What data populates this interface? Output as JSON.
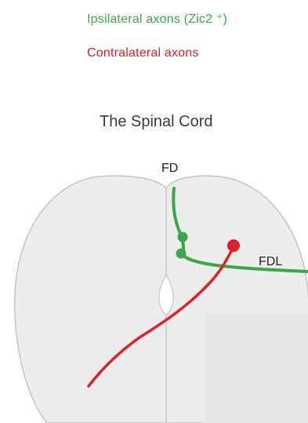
{
  "legend": {
    "ipsilateral": "Ipsilateral axons (Zic2 ⁺)",
    "contralateral": "Contralateral axons"
  },
  "title": "The Spinal Cord",
  "labels": {
    "fd": "FD",
    "fdl": "FDL"
  },
  "colors": {
    "ipsilateral": "#3aa84a",
    "contralateral": "#e21f26",
    "cord_fill": "#ededed",
    "cord_outline": "#c4c4c4"
  }
}
